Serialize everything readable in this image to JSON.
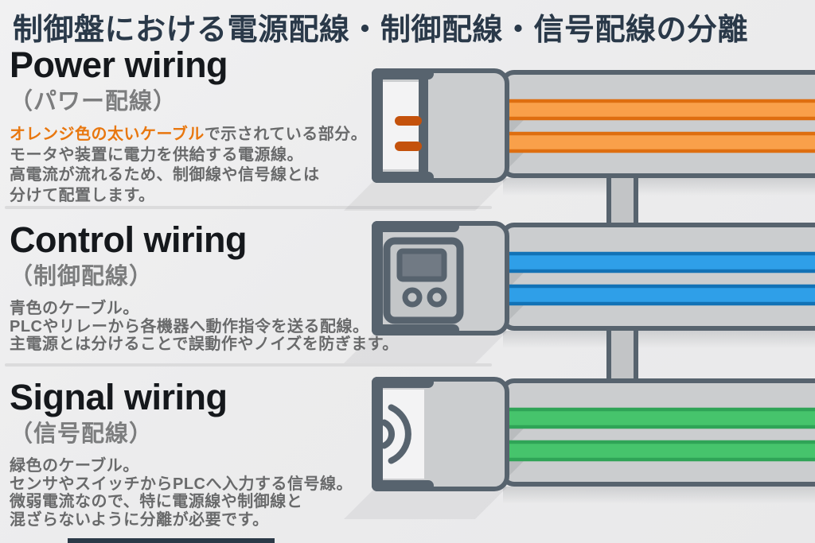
{
  "title": "制御盤における電源配線・制御配線・信号配線の分離",
  "sections": [
    {
      "heading": "Power wiring",
      "subheading": "（パワー配線）",
      "accent": "オレンジ色の太いケーブル",
      "accent_rest": "で示されている部分。",
      "accent_color": "#E8770F",
      "lines": [
        "モータや装置に電力を供給する電源線。",
        "高電流が流れるため、制御線や信号線とは",
        "分けて配置します。"
      ]
    },
    {
      "heading": "Control wiring",
      "subheading": "（制御配線）",
      "accent": "青色のケーブル。",
      "accent_rest": "",
      "accent_color": "#1D87CF",
      "lines": [
        "PLCやリレーから各機器へ動作指令を送る配線。",
        "主電源とは分けることで誤動作やノイズを防ぎます。"
      ]
    },
    {
      "heading": "Signal wiring",
      "subheading": "（信号配線）",
      "accent": "緑色のケーブル。",
      "accent_rest": "",
      "accent_color": "#3BB868",
      "lines": [
        "センサやスイッチからPLCへ入力する信号線。",
        "微弱電流なので、特に電源線や制御線と",
        "混ざらないように分離が必要です。"
      ]
    }
  ],
  "diagram": {
    "duct_fill": "#CBCDCF",
    "duct_stroke": "#57636E",
    "connector_fill": "#C2C4C6",
    "power": {
      "cable_fill": "#F9A04A",
      "cable_stroke": "#DE6E10",
      "stub_fill": "#C4520C"
    },
    "control": {
      "cable_fill": "#2F9FE8",
      "cable_stroke": "#1272B6",
      "device_fill": "#C3C6C8",
      "screen_fill": "#717a84"
    },
    "signal": {
      "cable_fill": "#46C46C",
      "cable_stroke": "#2FA457"
    },
    "footer_bar_color": "#2B3947"
  }
}
